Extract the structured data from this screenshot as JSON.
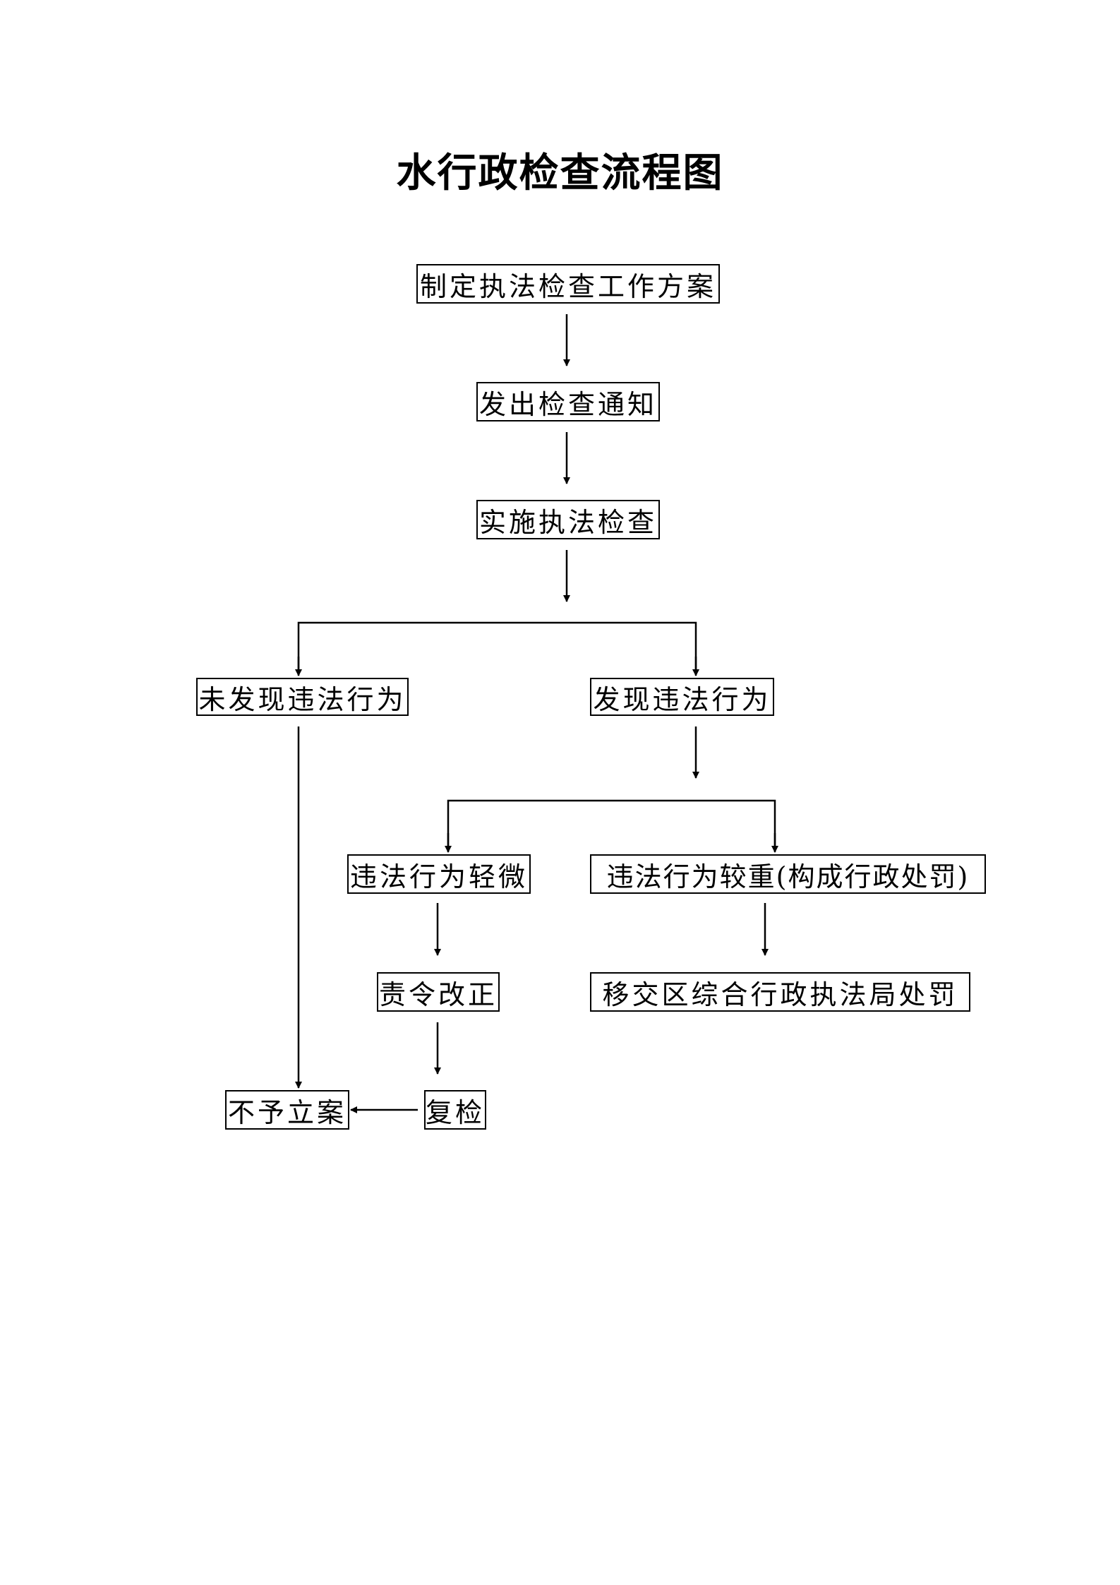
{
  "title": "水行政检查流程图",
  "nodes": {
    "plan": "制定执法检查工作方案",
    "notice": "发出检查通知",
    "inspect": "实施执法检查",
    "no_violation": "未发现违法行为",
    "violation": "发现违法行为",
    "minor": "违法行为轻微",
    "serious": "违法行为较重(构成行政处罚)",
    "rectify": "责令改正",
    "transfer": "移交区综合行政执法局处罚",
    "no_case": "不予立案",
    "recheck": "复检"
  }
}
